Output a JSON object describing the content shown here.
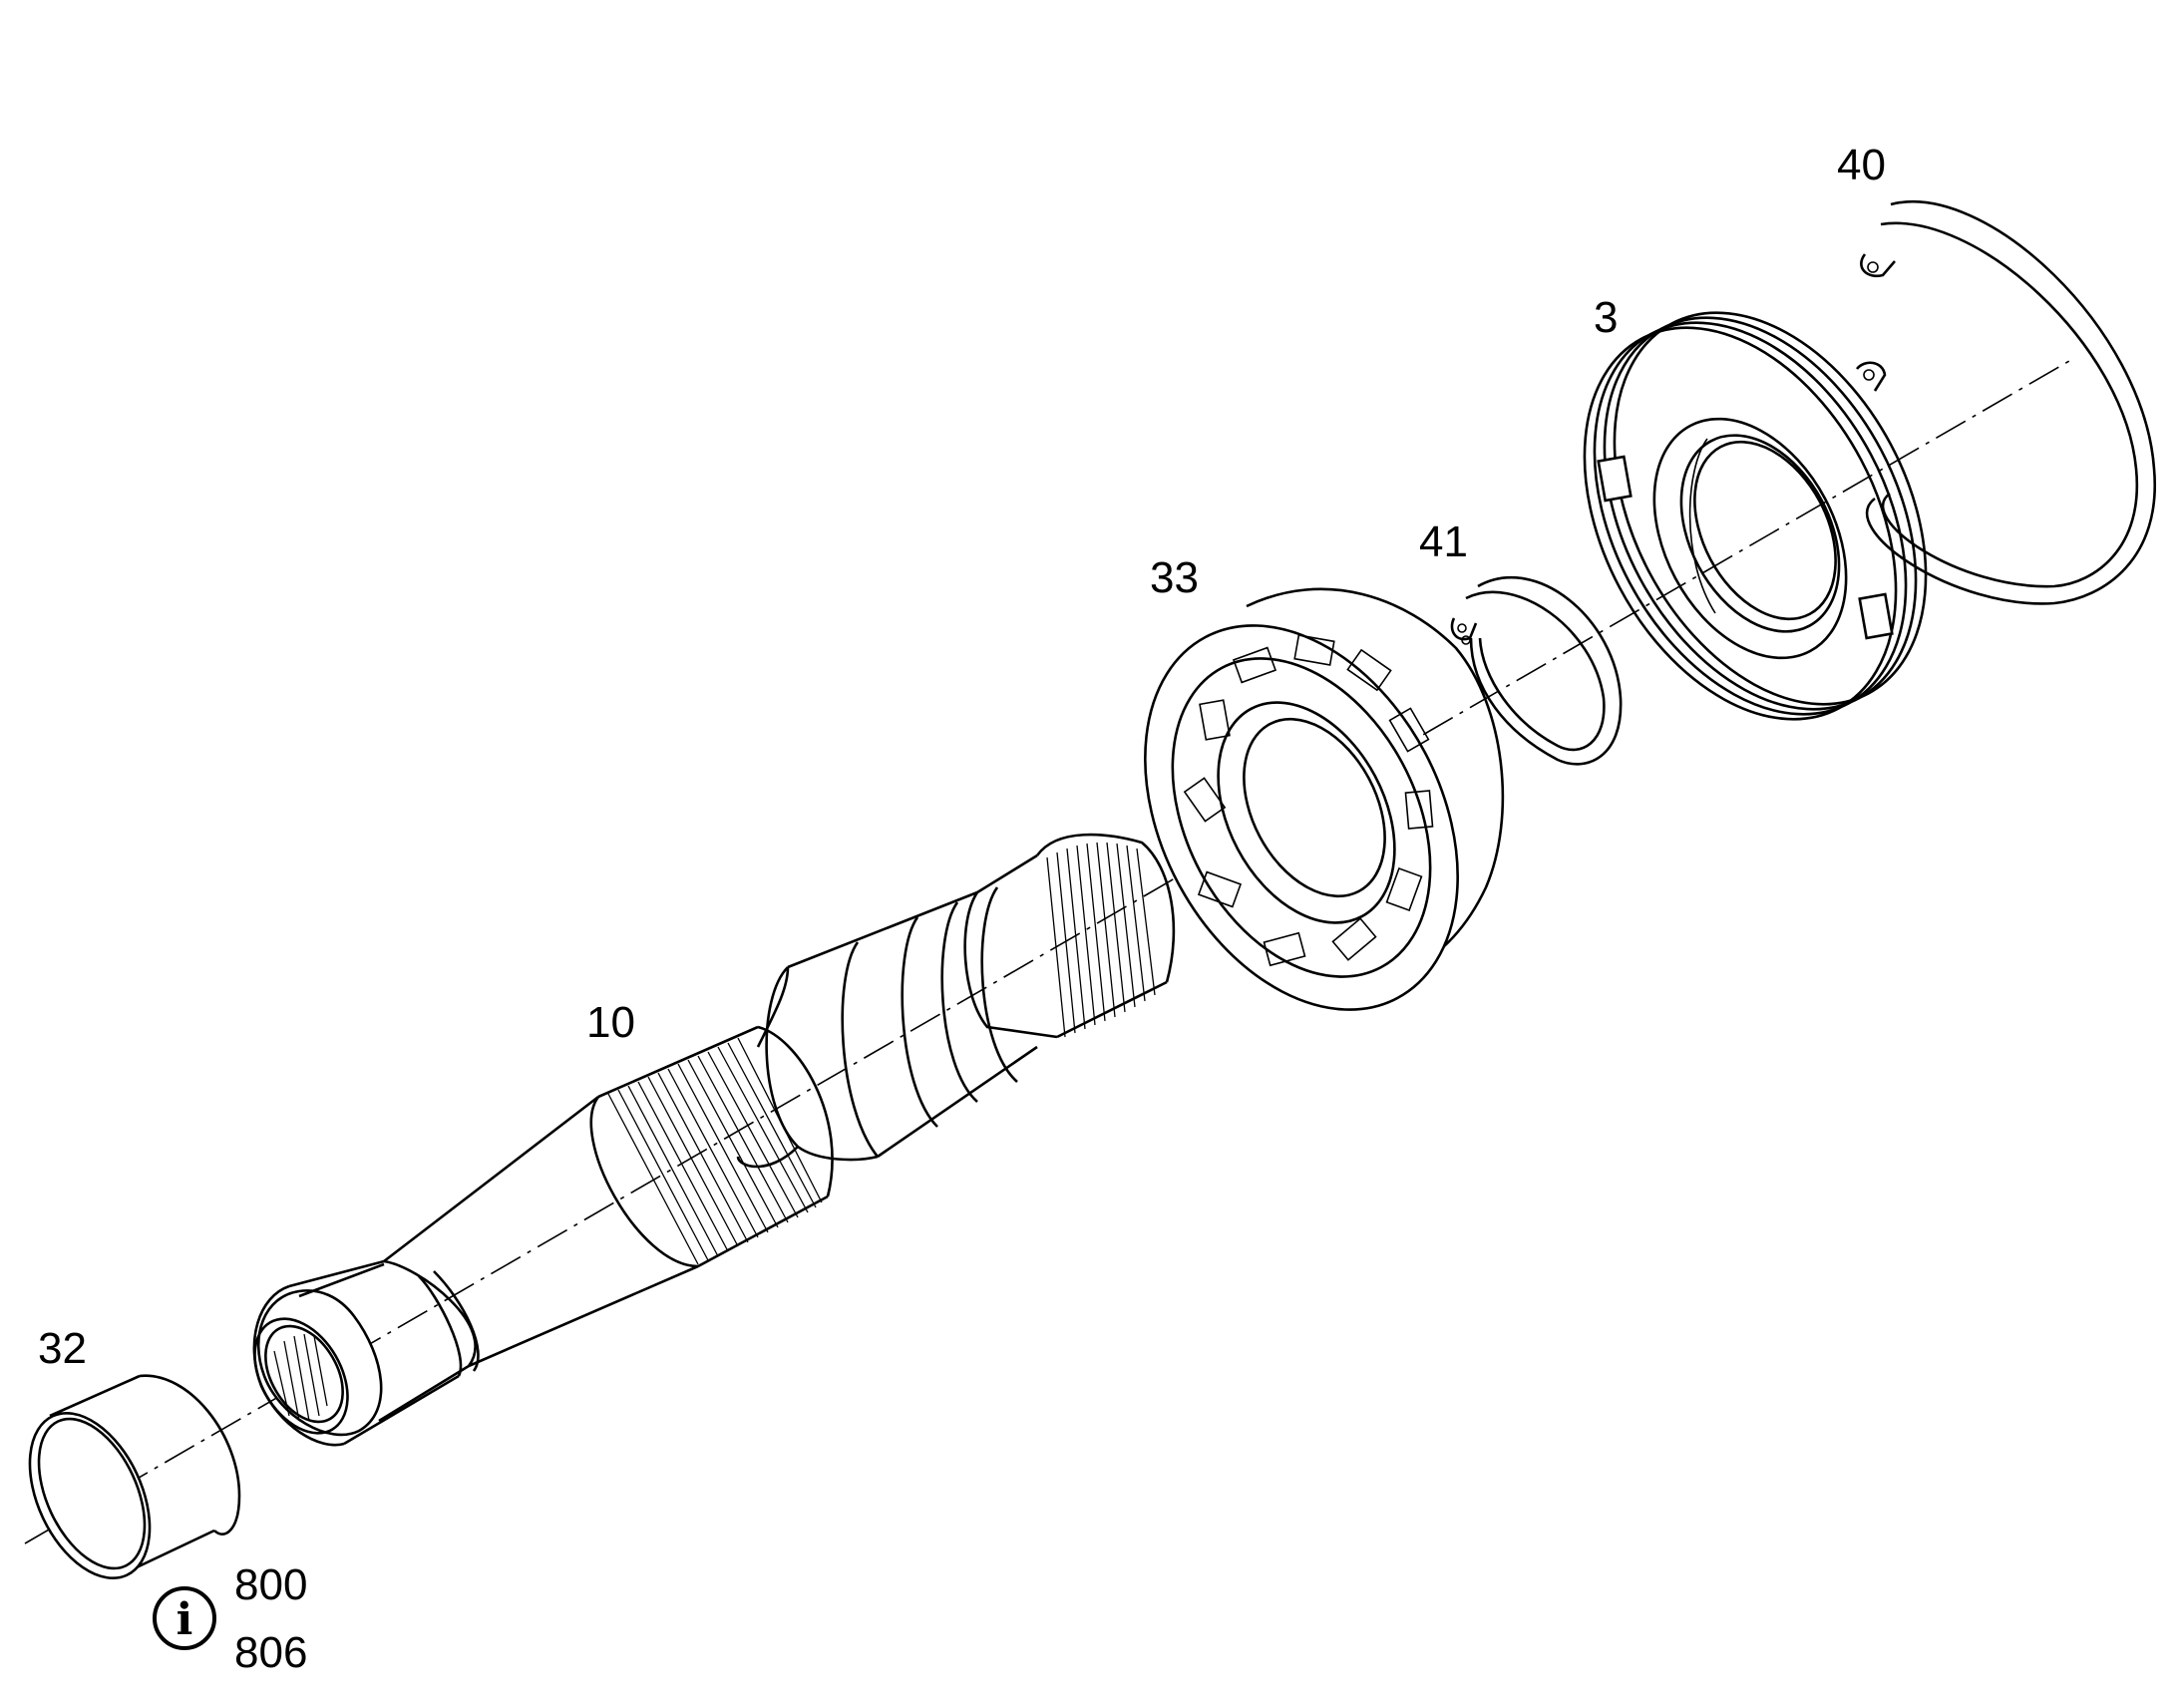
{
  "diagram": {
    "part_labels": {
      "p40": "40",
      "p3": "3",
      "p41": "41",
      "p33": "33",
      "p10": "10",
      "p32": "32"
    },
    "info": {
      "icon": "info-icon",
      "ref_1": "800",
      "ref_2": "806"
    }
  }
}
